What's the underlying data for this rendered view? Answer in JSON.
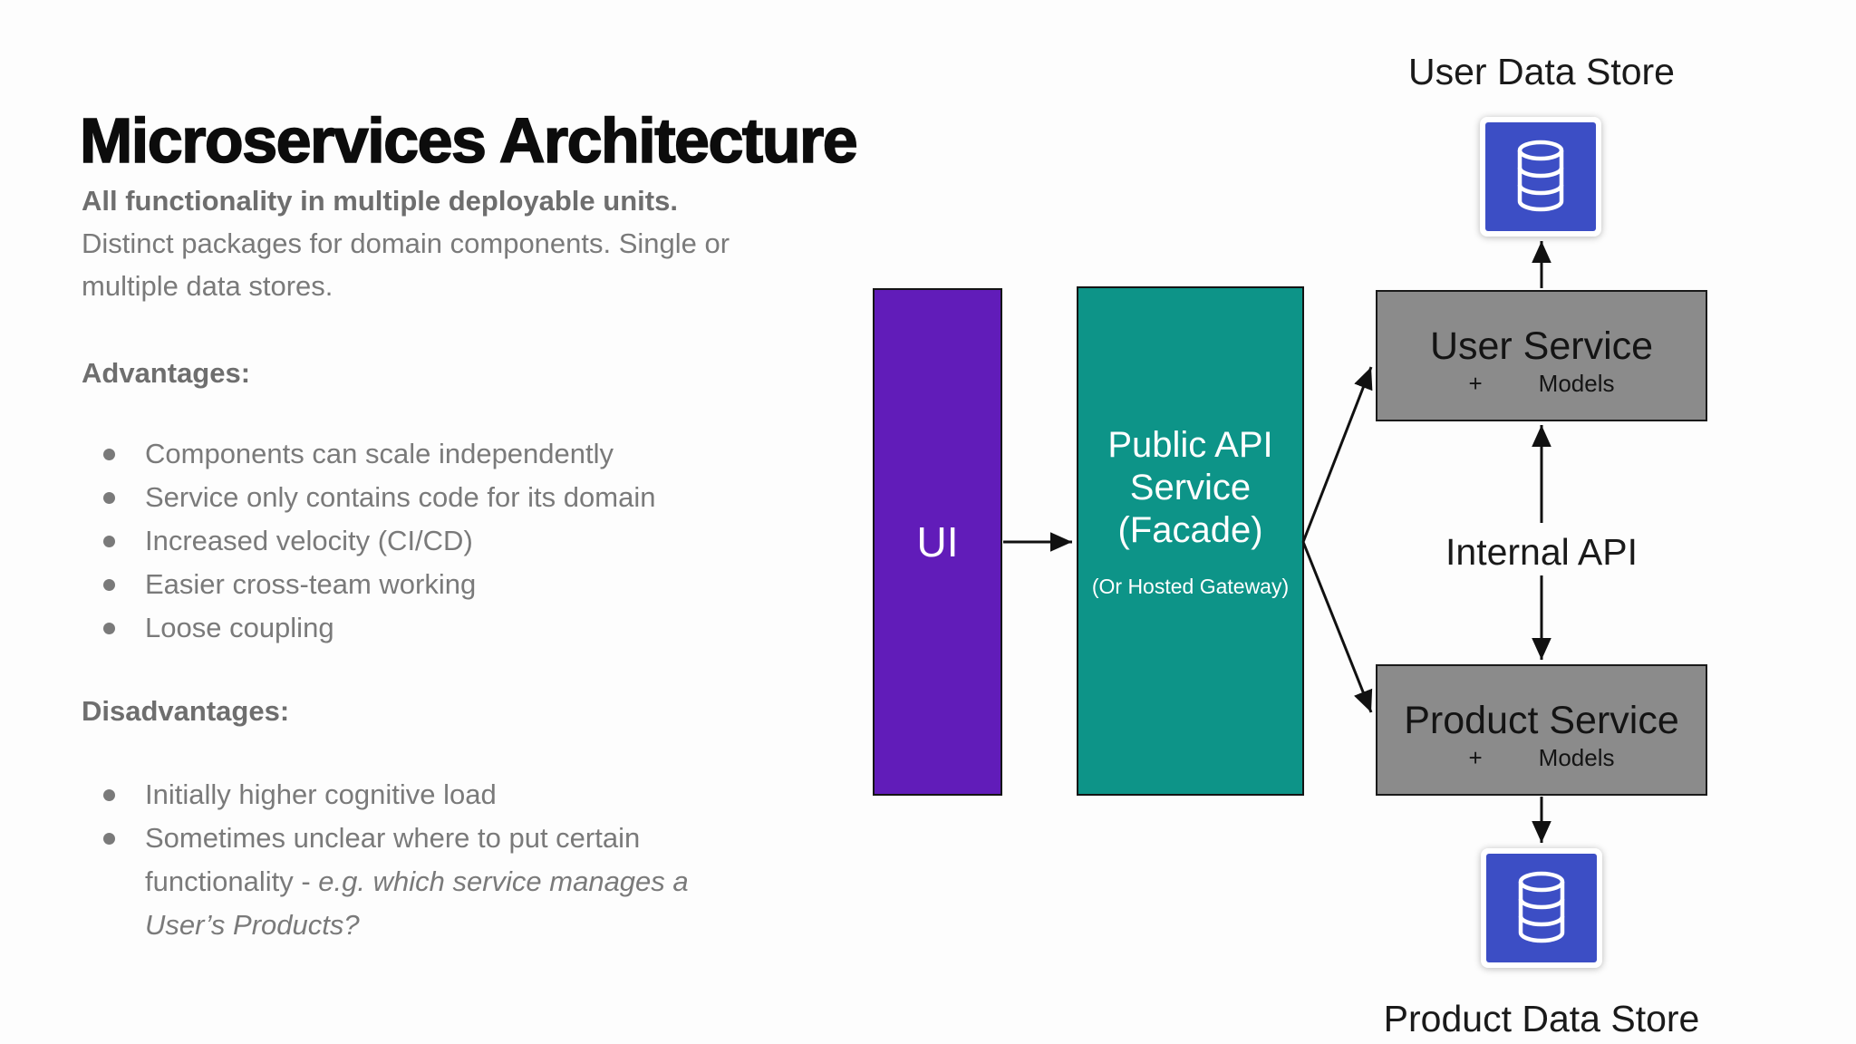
{
  "slide": {
    "background": "#fdfdfd"
  },
  "doc": {
    "title": "Microservices Architecture",
    "intro": {
      "line1_bold": "All functionality in multiple deployable units.",
      "line2": "Distinct packages for domain components. Single or",
      "line3": "multiple data stores."
    },
    "advantages": {
      "heading": "Advantages:",
      "items": [
        "Components can scale independently",
        "Service only contains code for its domain",
        "Increased velocity (CI/CD)",
        "Easier cross-team working",
        "Loose coupling"
      ]
    },
    "disadvantages": {
      "heading": "Disadvantages:",
      "item1": "Initially higher cognitive load",
      "item2_line1": "Sometimes unclear where to put certain",
      "item2_line2_normal": "functionality - ",
      "item2_line2_italic": "e.g. which service manages a",
      "item2_line3_italic": "User’s Products?"
    }
  },
  "diagram": {
    "ui_box": {
      "label": "UI",
      "color": "#611CB9"
    },
    "facade_box": {
      "line1": "Public API",
      "line2": "Service",
      "line3": "(Facade)",
      "subtext": "(Or Hosted Gateway)",
      "color": "#0D9488"
    },
    "user_service_box": {
      "label": "User Service",
      "plus": "+",
      "models": "Models",
      "color": "#8B8B8B"
    },
    "product_service_box": {
      "label": "Product Service",
      "plus": "+",
      "models": "Models",
      "color": "#8B8B8B"
    },
    "internal_api_label": "Internal API",
    "user_store": {
      "label": "User Data Store",
      "icon": "database-icon",
      "color": "#3C4EC5"
    },
    "product_store": {
      "label": "Product Data Store",
      "icon": "database-icon",
      "color": "#3C4EC5"
    },
    "arrow_color": "#111111"
  }
}
